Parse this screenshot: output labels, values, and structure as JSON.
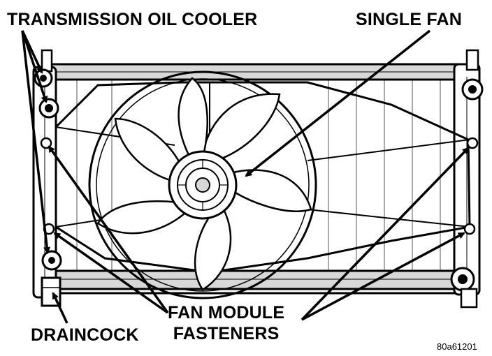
{
  "labels": {
    "transmission_oil_cooler": "TRANSMISSION OIL COOLER",
    "single_fan": "SINGLE FAN",
    "draincock": "DRAINCOCK",
    "fan_module_line1": "FAN MODULE",
    "fan_module_line2": "FASTENERS",
    "figure_code": "80a61201"
  },
  "colors": {
    "ink": "#000000",
    "paper": "#ffffff",
    "shade": "#d8d8d8"
  }
}
